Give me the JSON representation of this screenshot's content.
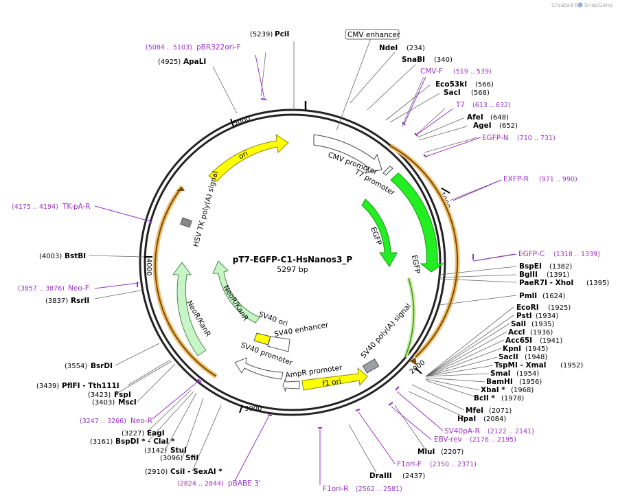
{
  "credit": {
    "text": "Created by",
    "brand": "SnapGene"
  },
  "plasmid": {
    "name": "pT7-EGFP-C1-HsNanos3_P",
    "size": "5297 bp"
  },
  "colors": {
    "backbone": "#222222",
    "enzyme": "#000000",
    "primer": "#9b30c8",
    "egfp": "#22ee22",
    "ori": "#ffff00",
    "neo": "#c8f5c8",
    "promoter": "#ffffff",
    "orange": "#f0a030",
    "tag": "#9aa0a6"
  },
  "tick_labels": [
    "1000",
    "2000",
    "3000",
    "4000",
    "5000"
  ],
  "features": [
    {
      "id": "cmvp",
      "label": "CMV promoter"
    },
    {
      "id": "t7p",
      "label": "T7 promoter"
    },
    {
      "id": "egfp_in",
      "label": "EGFP"
    },
    {
      "id": "egfp_out",
      "label": "EGFP"
    },
    {
      "id": "sv40pa",
      "label": "SV40 poly(A) signal"
    },
    {
      "id": "f1ori",
      "label": "f1 ori"
    },
    {
      "id": "ampr",
      "label": "AmpR promoter"
    },
    {
      "id": "sv40p",
      "label": "SV40 promoter"
    },
    {
      "id": "sv40e",
      "label": "SV40 enhancer"
    },
    {
      "id": "sv40o",
      "label": "SV40 ori"
    },
    {
      "id": "neo_in",
      "label": "NeoR/KanR"
    },
    {
      "id": "neo_out",
      "label": "NeoR/KanR"
    },
    {
      "id": "hsvtk",
      "label": "HSV TK poly(A) signal"
    },
    {
      "id": "ori",
      "label": "ori"
    }
  ],
  "cmv_enhancer_label": "CMV enhancer",
  "enzymes": [
    {
      "name": "PciI",
      "pos": "(5239)"
    },
    {
      "name": "ApaLI",
      "pos": "(4925)"
    },
    {
      "name": "NdeI",
      "pos": "(234)"
    },
    {
      "name": "SnaBI",
      "pos": "(340)"
    },
    {
      "name": "Eco53kI",
      "pos": "(566)"
    },
    {
      "name": "SacI",
      "pos": "(568)"
    },
    {
      "name": "AfeI",
      "pos": "(648)"
    },
    {
      "name": "AgeI",
      "pos": "(652)"
    },
    {
      "name": "BspEI",
      "pos": "(1382)"
    },
    {
      "name": "BglII",
      "pos": "(1391)"
    },
    {
      "name": "PaeR7I - XhoI",
      "pos": "(1395)"
    },
    {
      "name": "PmlI",
      "pos": "(1624)"
    },
    {
      "name": "EcoRI",
      "pos": "(1925)"
    },
    {
      "name": "PstI",
      "pos": "(1934)"
    },
    {
      "name": "SalI",
      "pos": "(1935)"
    },
    {
      "name": "AccI",
      "pos": "(1936)"
    },
    {
      "name": "Acc65I",
      "pos": "(1941)"
    },
    {
      "name": "KpnI",
      "pos": "(1945)"
    },
    {
      "name": "SacII",
      "pos": "(1948)"
    },
    {
      "name": "TspMI - XmaI",
      "pos": "(1952)"
    },
    {
      "name": "SmaI",
      "pos": "(1954)"
    },
    {
      "name": "BamHI",
      "pos": "(1956)"
    },
    {
      "name": "XbaI *",
      "pos": "(1968)"
    },
    {
      "name": "BclI *",
      "pos": "(1978)"
    },
    {
      "name": "MfeI",
      "pos": "(2071)"
    },
    {
      "name": "HpaI",
      "pos": "(2084)"
    },
    {
      "name": "MluI",
      "pos": "(2207)"
    },
    {
      "name": "DraIII",
      "pos": "(2437)"
    },
    {
      "name": "BstBI",
      "pos": "(4003)"
    },
    {
      "name": "RsrII",
      "pos": "(3837)"
    },
    {
      "name": "BsrDI",
      "pos": "(3554)"
    },
    {
      "name": "PflFI - Tth111I",
      "pos": "(3439)"
    },
    {
      "name": "FspI",
      "pos": "(3423)"
    },
    {
      "name": "MscI",
      "pos": "(3403)"
    },
    {
      "name": "EagI",
      "pos": "(3227)"
    },
    {
      "name": "BspDI * - ClaI *",
      "pos": "(3161)"
    },
    {
      "name": "StuI",
      "pos": "(3142)"
    },
    {
      "name": "SfiI",
      "pos": "(3096)"
    },
    {
      "name": "CsiI - SexAI *",
      "pos": "(2910)"
    }
  ],
  "primers": [
    {
      "name": "pBR322ori-F",
      "range": "(5084 .. 5103)"
    },
    {
      "name": "CMV-F",
      "range": "(519 .. 539)"
    },
    {
      "name": "T7",
      "range": "(613 .. 632)"
    },
    {
      "name": "EGFP-N",
      "range": "(710 .. 731)"
    },
    {
      "name": "EXFP-R",
      "range": "(971 .. 990)"
    },
    {
      "name": "EGFP-C",
      "range": "(1318 .. 1339)"
    },
    {
      "name": "SV40pA-R",
      "range": "(2122 .. 2141)"
    },
    {
      "name": "EBV-rev",
      "range": "(2176 .. 2195)"
    },
    {
      "name": "F1ori-F",
      "range": "(2350 .. 2371)"
    },
    {
      "name": "F1ori-R",
      "range": "(2562 .. 2581)"
    },
    {
      "name": "pBABE 3'",
      "range": "(2824 .. 2844)"
    },
    {
      "name": "Neo-R",
      "range": "(3247 .. 3266)"
    },
    {
      "name": "Neo-F",
      "range": "(3857 .. 3876)"
    },
    {
      "name": "TK-pA-R",
      "range": "(4175 .. 4194)"
    }
  ]
}
